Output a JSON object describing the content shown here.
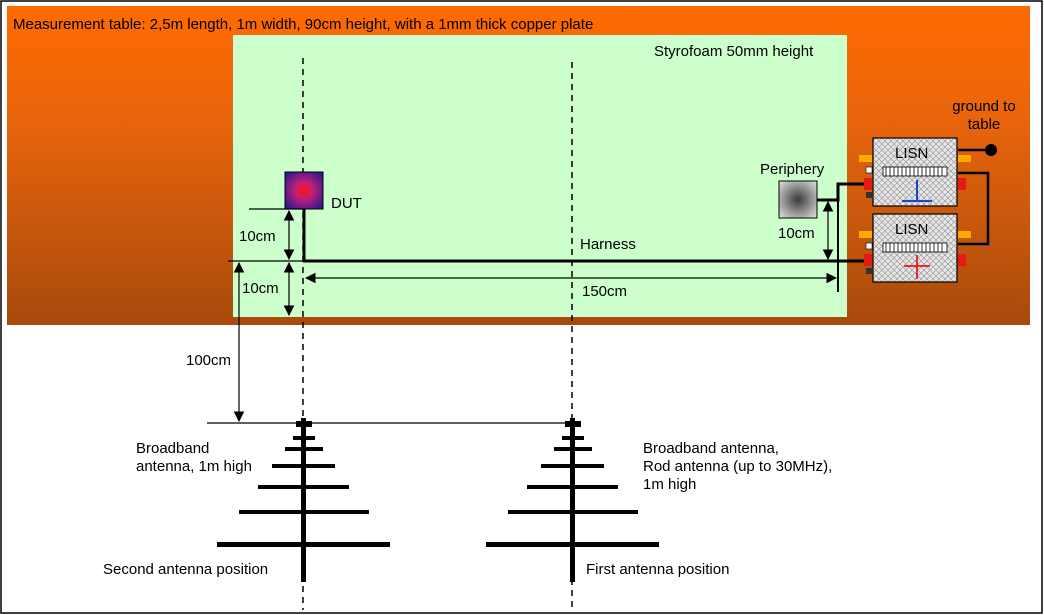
{
  "table": {
    "label": "Measurement table: 2,5m length, 1m width, 90cm height, with a 1mm thick copper plate",
    "color": "#E9650C"
  },
  "styrofoam": {
    "label": "Styrofoam 50mm height",
    "color": "#CCFFCC"
  },
  "dut": {
    "label": "DUT"
  },
  "periphery": {
    "label": "Periphery"
  },
  "harness": {
    "label": "Harness"
  },
  "lisn": {
    "top_label": "LISN",
    "bottom_label": "LISN"
  },
  "ground": {
    "label_line1": "ground to",
    "label_line2": "table"
  },
  "dimensions": {
    "dut_height": "10cm",
    "harness_height": "10cm",
    "periphery_height": "10cm",
    "harness_length": "150cm",
    "antenna_distance": "100cm"
  },
  "antennas": {
    "second": {
      "description_line1": "Broadband",
      "description_line2": "antenna, 1m high",
      "position_label": "Second antenna position"
    },
    "first": {
      "description_line1": "Broadband antenna,",
      "description_line2": "Rod antenna  (up to 30MHz),",
      "description_line3": "1m high",
      "position_label": "First antenna  position"
    }
  },
  "colors": {
    "lisn_minus_sign": "#0033CC",
    "lisn_plus_sign": "#E61919",
    "connector_red": "#E61919",
    "connector_orange": "#FFAA00"
  }
}
